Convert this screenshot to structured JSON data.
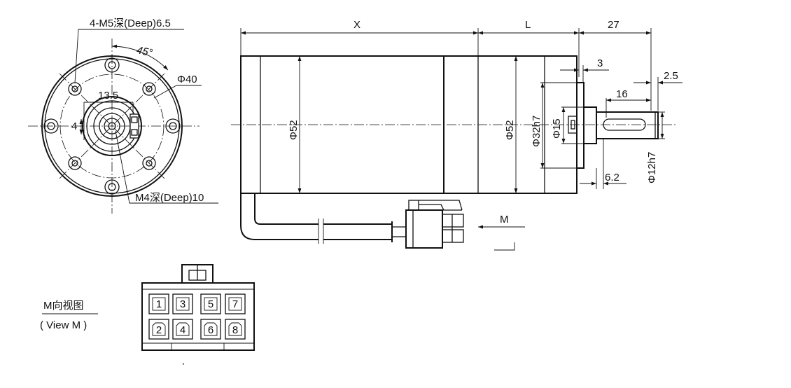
{
  "front_view": {
    "callout_m5": "4-M5深(Deep)6.5",
    "dim_angle": "45°",
    "dim_pcd": "Φ40",
    "dim_key_width": "13.5",
    "dim_4": "4",
    "callout_m4": "M4深(Deep)10"
  },
  "side_view": {
    "dim_x": "X",
    "dim_l": "L",
    "dim_27": "27",
    "dim_3": "3",
    "dim_2_5": "2.5",
    "dim_16": "16",
    "dim_6_2": "6.2",
    "dim_phi52_body": "Φ52",
    "dim_phi52_gear": "Φ52",
    "dim_phi32": "Φ32h7",
    "dim_phi15": "Φ15",
    "dim_phi12": "Φ12h7",
    "arrow_m": "M"
  },
  "connector_view": {
    "title_cn": "M向视图",
    "title_en": "( View M )",
    "pins_top": [
      "1",
      "3",
      "5",
      "7"
    ],
    "pins_bottom": [
      "2",
      "4",
      "6",
      "8"
    ]
  }
}
